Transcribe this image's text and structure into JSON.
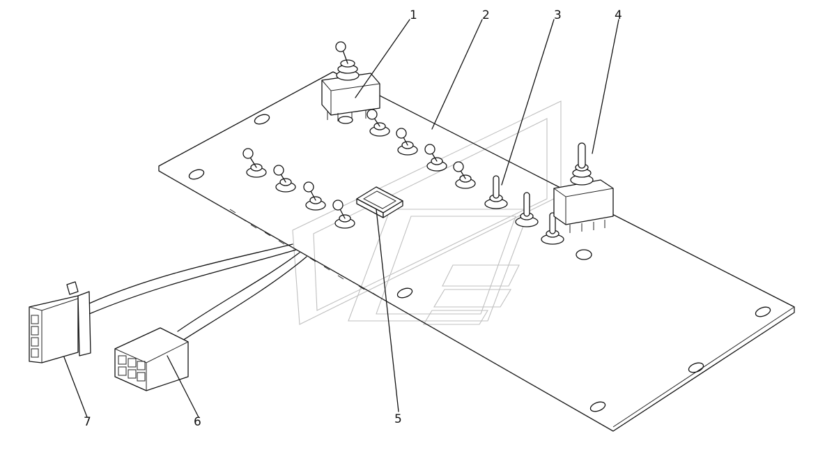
{
  "callouts": [
    {
      "id": "1",
      "label": "1"
    },
    {
      "id": "2",
      "label": "2"
    },
    {
      "id": "3",
      "label": "3"
    },
    {
      "id": "4",
      "label": "4"
    },
    {
      "id": "5",
      "label": "5"
    },
    {
      "id": "6",
      "label": "6"
    },
    {
      "id": "7",
      "label": "7"
    }
  ],
  "parts": {
    "toggle_switch_large": "toggle-switch",
    "control_panel_plate": "panel-plate",
    "toggle_switch_small": "toggle-switch",
    "toggle_switch_side": "toggle-switch",
    "indicator_lamp": "lamp",
    "connector_6pin": "connector",
    "connector_8pin": "connector"
  },
  "colors": {
    "line": "#111111",
    "watermark": "#bfbfbf",
    "background": "#ffffff"
  }
}
